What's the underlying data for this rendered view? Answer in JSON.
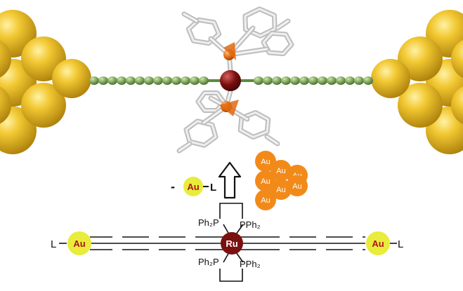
{
  "colors": {
    "gold": "#e2b21f",
    "gold_light": "#f6d64f",
    "gold_dark": "#a77a08",
    "chain_bead": "#7fa75a",
    "chain_bead_dark": "#4f7436",
    "ruthenium": "#7a1010",
    "phosphorus": "#e06a10",
    "stick": "#cfcfcf",
    "yellow_disc": "#e8ec3a",
    "au_label_red": "#b0101a",
    "orange_cluster": "#f28a1a",
    "bond_line": "#111111"
  },
  "arrow_label": {
    "minus": "-",
    "au": "Au",
    "dash_l": "L"
  },
  "cluster_atoms": [
    "Au",
    "Au",
    "Au",
    "Au",
    "Au",
    "Au",
    "Au"
  ],
  "molecule": {
    "left_l": "L",
    "left_au": "Au",
    "center_metal": "Ru",
    "right_au": "Au",
    "right_l": "L",
    "ligand_top_left": "Ph₂P",
    "ligand_top_right": "PPh₂",
    "ligand_bottom_left": "Ph₂P",
    "ligand_bottom_right": "PPh₂"
  }
}
